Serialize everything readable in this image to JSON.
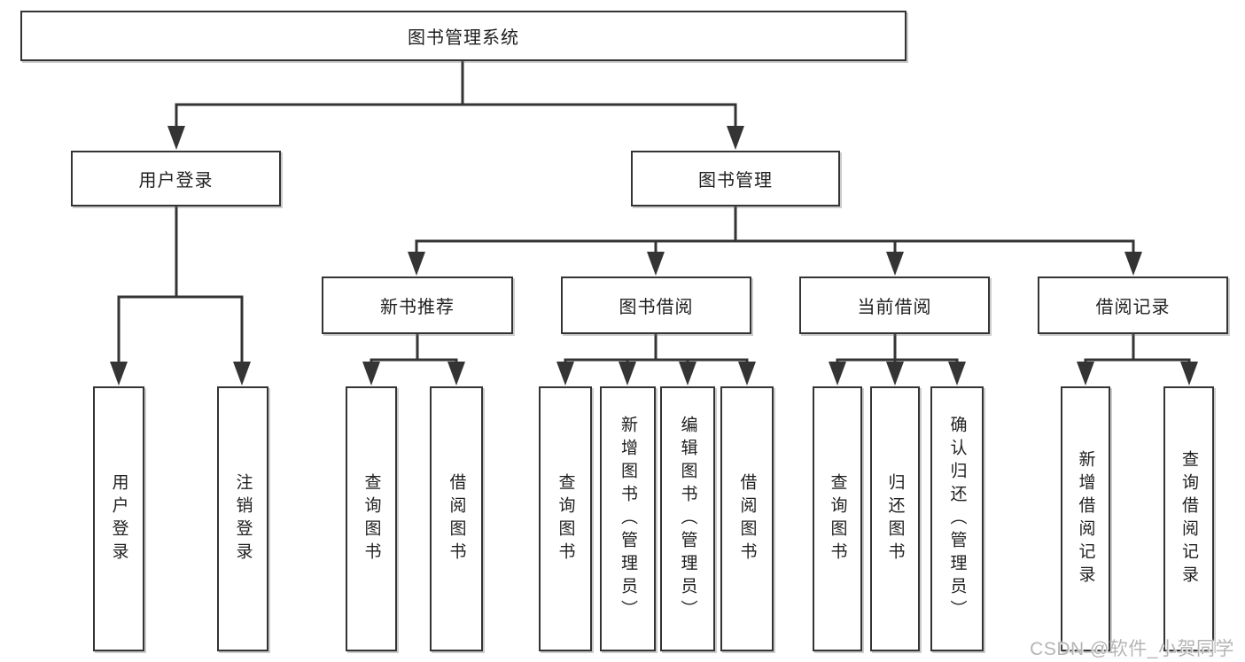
{
  "diagram": {
    "title": "图书管理系统",
    "colors": {
      "line": "#343434",
      "text": "#1f1f1f",
      "background": "#ffffff",
      "watermark": "#b5b5b5"
    },
    "nodes": {
      "root": {
        "label": "图书管理系统"
      },
      "level2": [
        {
          "id": "user-login",
          "label": "用户登录",
          "parent": "root"
        },
        {
          "id": "book-management",
          "label": "图书管理",
          "parent": "root"
        }
      ],
      "level3": [
        {
          "id": "new-book-recommend",
          "label": "新书推荐",
          "parent": "book-management"
        },
        {
          "id": "book-borrow",
          "label": "图书借阅",
          "parent": "book-management"
        },
        {
          "id": "current-borrow",
          "label": "当前借阅",
          "parent": "book-management"
        },
        {
          "id": "borrow-records",
          "label": "借阅记录",
          "parent": "book-management"
        }
      ],
      "leaves": [
        {
          "id": "user-login-leaf",
          "label": "用户登录",
          "parent": "user-login"
        },
        {
          "id": "logout",
          "label": "注销登录",
          "parent": "user-login"
        },
        {
          "id": "query-books-recommend",
          "label": "查询图书",
          "parent": "new-book-recommend"
        },
        {
          "id": "borrow-books-recommend",
          "label": "借阅图书",
          "parent": "new-book-recommend"
        },
        {
          "id": "query-books-borrow",
          "label": "查询图书",
          "parent": "book-borrow"
        },
        {
          "id": "add-book-admin",
          "label": "新增图书（管理员）",
          "parent": "book-borrow"
        },
        {
          "id": "edit-book-admin",
          "label": "编辑图书（管理员）",
          "parent": "book-borrow"
        },
        {
          "id": "borrow-books-borrow",
          "label": "借阅图书",
          "parent": "book-borrow"
        },
        {
          "id": "query-books-current",
          "label": "查询图书",
          "parent": "current-borrow"
        },
        {
          "id": "return-books",
          "label": "归还图书",
          "parent": "current-borrow"
        },
        {
          "id": "confirm-return-admin",
          "label": "确认归还（管理员）",
          "parent": "current-borrow"
        },
        {
          "id": "add-borrow-record",
          "label": "新增借阅记录",
          "parent": "borrow-records"
        },
        {
          "id": "query-borrow-record",
          "label": "查询借阅记录",
          "parent": "borrow-records"
        }
      ]
    }
  },
  "watermark": {
    "text": "CSDN @软件_小贺同学"
  }
}
